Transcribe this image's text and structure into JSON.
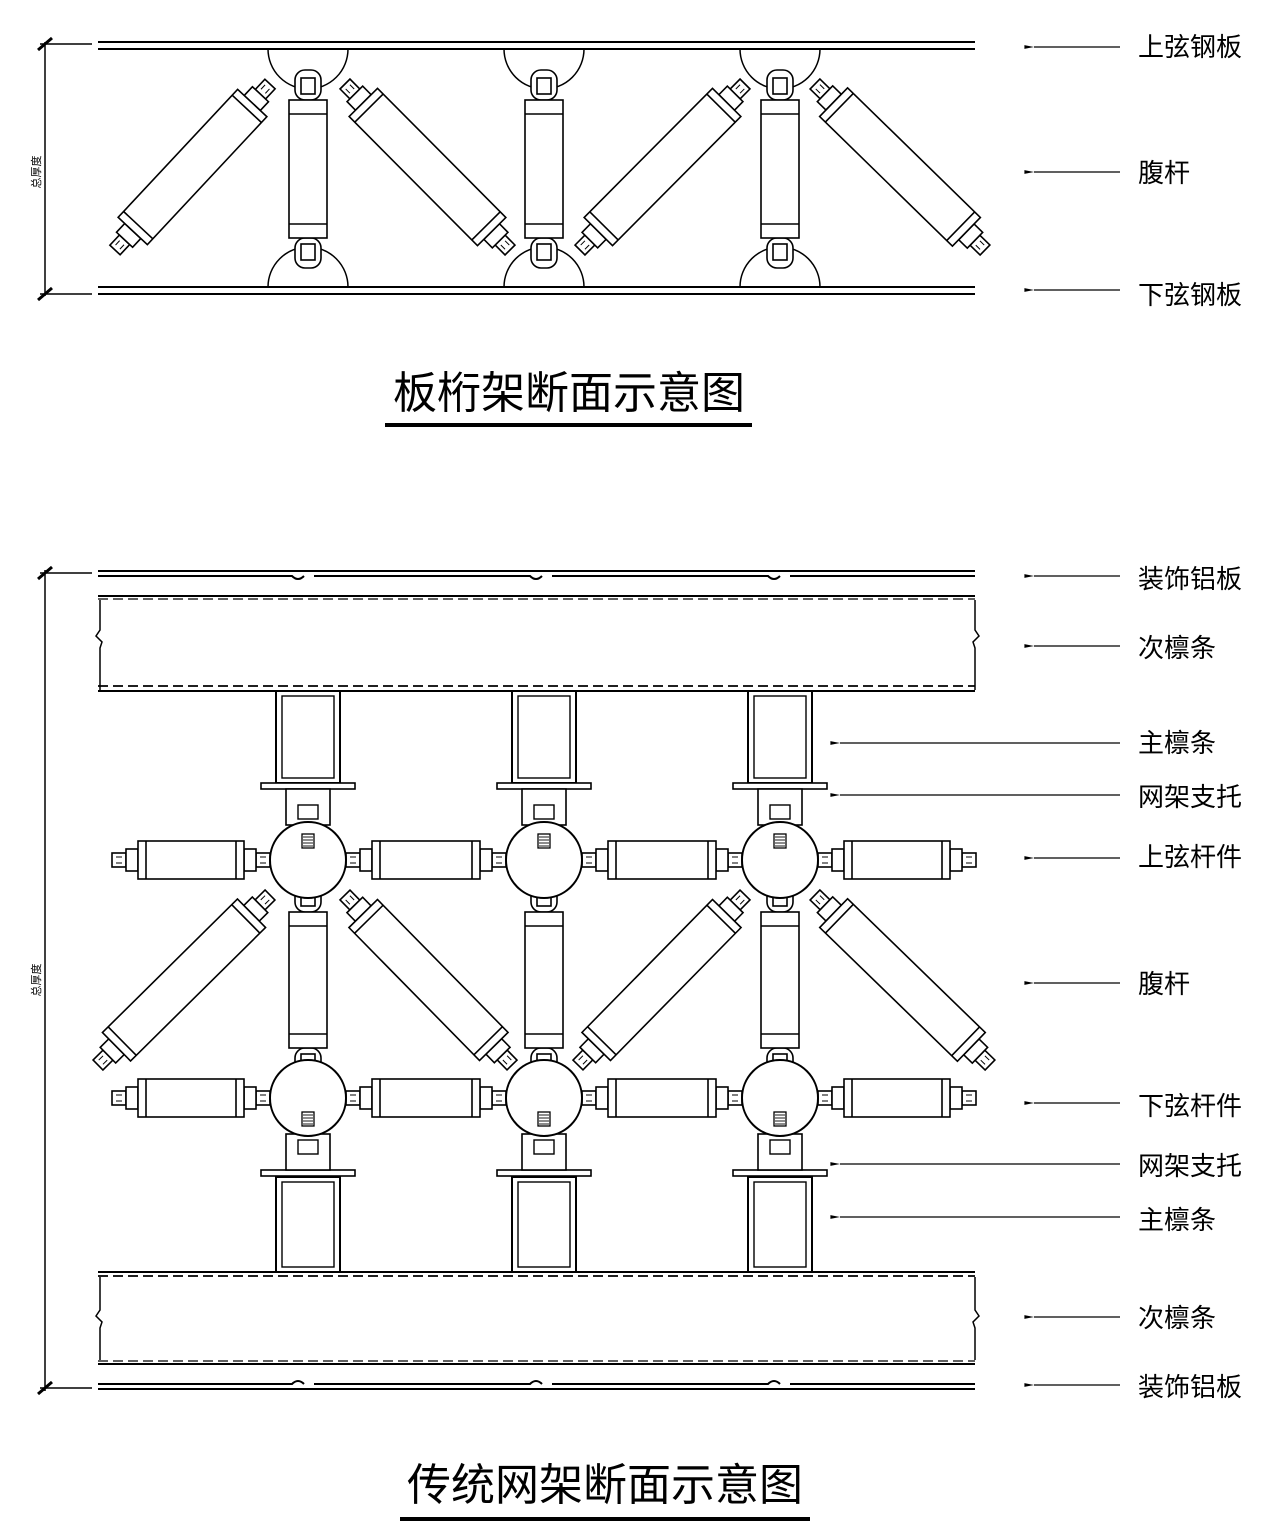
{
  "diagram1": {
    "title": "板桁架断面示意图",
    "dimension_label": "总厚度",
    "labels": {
      "top_chord": "上弦钢板",
      "web": "腹杆",
      "bottom_chord": "下弦钢板"
    }
  },
  "diagram2": {
    "title": "传统网架断面示意图",
    "dimension_label": "总厚度",
    "labels": {
      "deco_top": "装饰铝板",
      "sec_purlin_top": "次檩条",
      "main_purlin_top": "主檩条",
      "support_top": "网架支托",
      "top_chord_member": "上弦杆件",
      "web": "腹杆",
      "bottom_chord_member": "下弦杆件",
      "support_bottom": "网架支托",
      "main_purlin_bottom": "主檩条",
      "sec_purlin_bottom": "次檩条",
      "deco_bottom": "装饰铝板"
    }
  },
  "colors": {
    "line": "#000000",
    "background": "#ffffff"
  }
}
